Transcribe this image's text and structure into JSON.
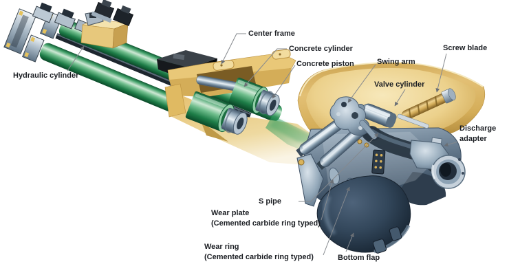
{
  "figure": {
    "kind": "labeled-technical-diagram",
    "subject": "concrete pump pumping unit cutaway"
  },
  "labels": {
    "hydraulic_cylinder": {
      "text": "Hydraulic cylinder"
    },
    "center_frame": {
      "text": "Center frame"
    },
    "concrete_cylinder": {
      "text": "Concrete cylinder"
    },
    "concrete_piston": {
      "text": "Concrete piston"
    },
    "swing_arm": {
      "text": "Swing arm"
    },
    "screw_blade": {
      "text": "Screw blade"
    },
    "valve_cylinder": {
      "text": "Valve cylinder"
    },
    "discharge_adapter": {
      "line1": "Discharge",
      "line2": "adapter"
    },
    "s_pipe": {
      "text": "S pipe"
    },
    "wear_plate": {
      "text": "Wear plate",
      "note": "(Cemented carbide ring typed)"
    },
    "wear_ring": {
      "text": "Wear ring",
      "note": "(Cemented carbide ring typed)"
    },
    "bottom_flap": {
      "text": "Bottom flap"
    }
  },
  "colors": {
    "background": "#ffffff",
    "cylinder_green": "#2f9e5f",
    "frame_gold": "#e2bd72",
    "hopper_gold": "#dcb76a",
    "steel_light": "#d8e2ea",
    "steel_mid": "#8ba0b4",
    "steel_dark": "#2c3a4a",
    "flap_dark": "#131c28",
    "label_text": "#1c1f24",
    "leader_line": "#85898e"
  }
}
